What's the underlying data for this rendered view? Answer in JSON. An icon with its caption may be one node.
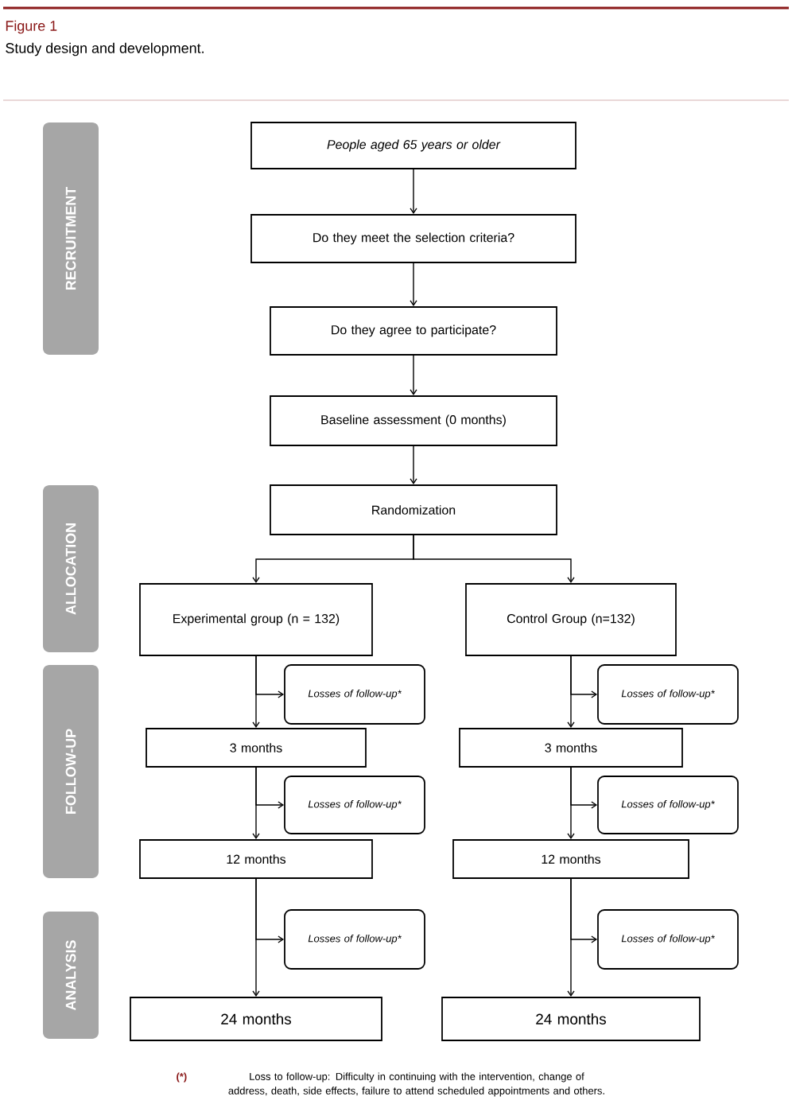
{
  "diagram": {
    "title": "Figure 1",
    "caption": "Study design and development.",
    "nodes": [
      {
        "text": [
          "RECRUITMENT"
        ]
      },
      {
        "text": [
          "ALLOCATION"
        ]
      },
      {
        "text": [
          "FOLLOW-UP"
        ]
      },
      {
        "text": [
          "ANALYSIS"
        ]
      },
      {
        "text": [
          "People aged 65 years or older"
        ]
      },
      {
        "text": [
          "Do they meet the selection criteria?"
        ]
      },
      {
        "text": [
          "Do they agree to participate?"
        ]
      },
      {
        "text": [
          "Baseline assessment (0 months)"
        ]
      },
      {
        "text": [
          "Randomization"
        ]
      },
      {
        "text": [
          "Experimental group (n = 132)"
        ]
      },
      {
        "text": [
          "Control Group (n=132)"
        ]
      },
      {
        "text": [
          "Losses of follow-up*"
        ]
      },
      {
        "text": [
          "3 months"
        ]
      },
      {
        "text": [
          "Losses of follow-up*"
        ]
      },
      {
        "text": [
          "12 months"
        ]
      },
      {
        "text": [
          "Losses of follow-up*"
        ]
      },
      {
        "text": [
          "24 months"
        ]
      },
      {
        "text": [
          "Losses of follow-up*"
        ]
      },
      {
        "text": [
          "3 months"
        ]
      },
      {
        "text": [
          "Losses of follow-up*"
        ]
      },
      {
        "text": [
          "12 months"
        ]
      },
      {
        "text": [
          "Losses of follow-up*"
        ]
      },
      {
        "text": [
          "24 months"
        ]
      }
    ],
    "edges": [
      {
        "from": 4,
        "to": 5,
        "arrow": "to"
      },
      {
        "from": 5,
        "to": 6,
        "arrow": "to"
      },
      {
        "from": 6,
        "to": 7,
        "arrow": "to"
      },
      {
        "from": 7,
        "to": 8,
        "arrow": "to"
      },
      {
        "from": 8,
        "to": 9,
        "arrow": "to"
      },
      {
        "from": 8,
        "to": 10,
        "arrow": "to"
      },
      {
        "from": 9,
        "to": 11,
        "arrow": "to"
      },
      {
        "from": 9,
        "to": 12,
        "arrow": "to"
      },
      {
        "from": 12,
        "to": 13,
        "arrow": "to"
      },
      {
        "from": 12,
        "to": 14,
        "arrow": "to"
      },
      {
        "from": 14,
        "to": 15,
        "arrow": "to"
      },
      {
        "from": 14,
        "to": 16,
        "arrow": "to"
      },
      {
        "from": 10,
        "to": 17,
        "arrow": "to"
      },
      {
        "from": 10,
        "to": 18,
        "arrow": "to"
      },
      {
        "from": 18,
        "to": 19,
        "arrow": "to"
      },
      {
        "from": 18,
        "to": 20,
        "arrow": "to"
      },
      {
        "from": 20,
        "to": 21,
        "arrow": "to"
      },
      {
        "from": 20,
        "to": 22,
        "arrow": "to"
      }
    ],
    "labels": [
      "(*)",
      "Loss to follow-up: Difficulty in continuing with the intervention, change of address, death, side effects, failure to attend scheduled appointments and others."
    ]
  }
}
